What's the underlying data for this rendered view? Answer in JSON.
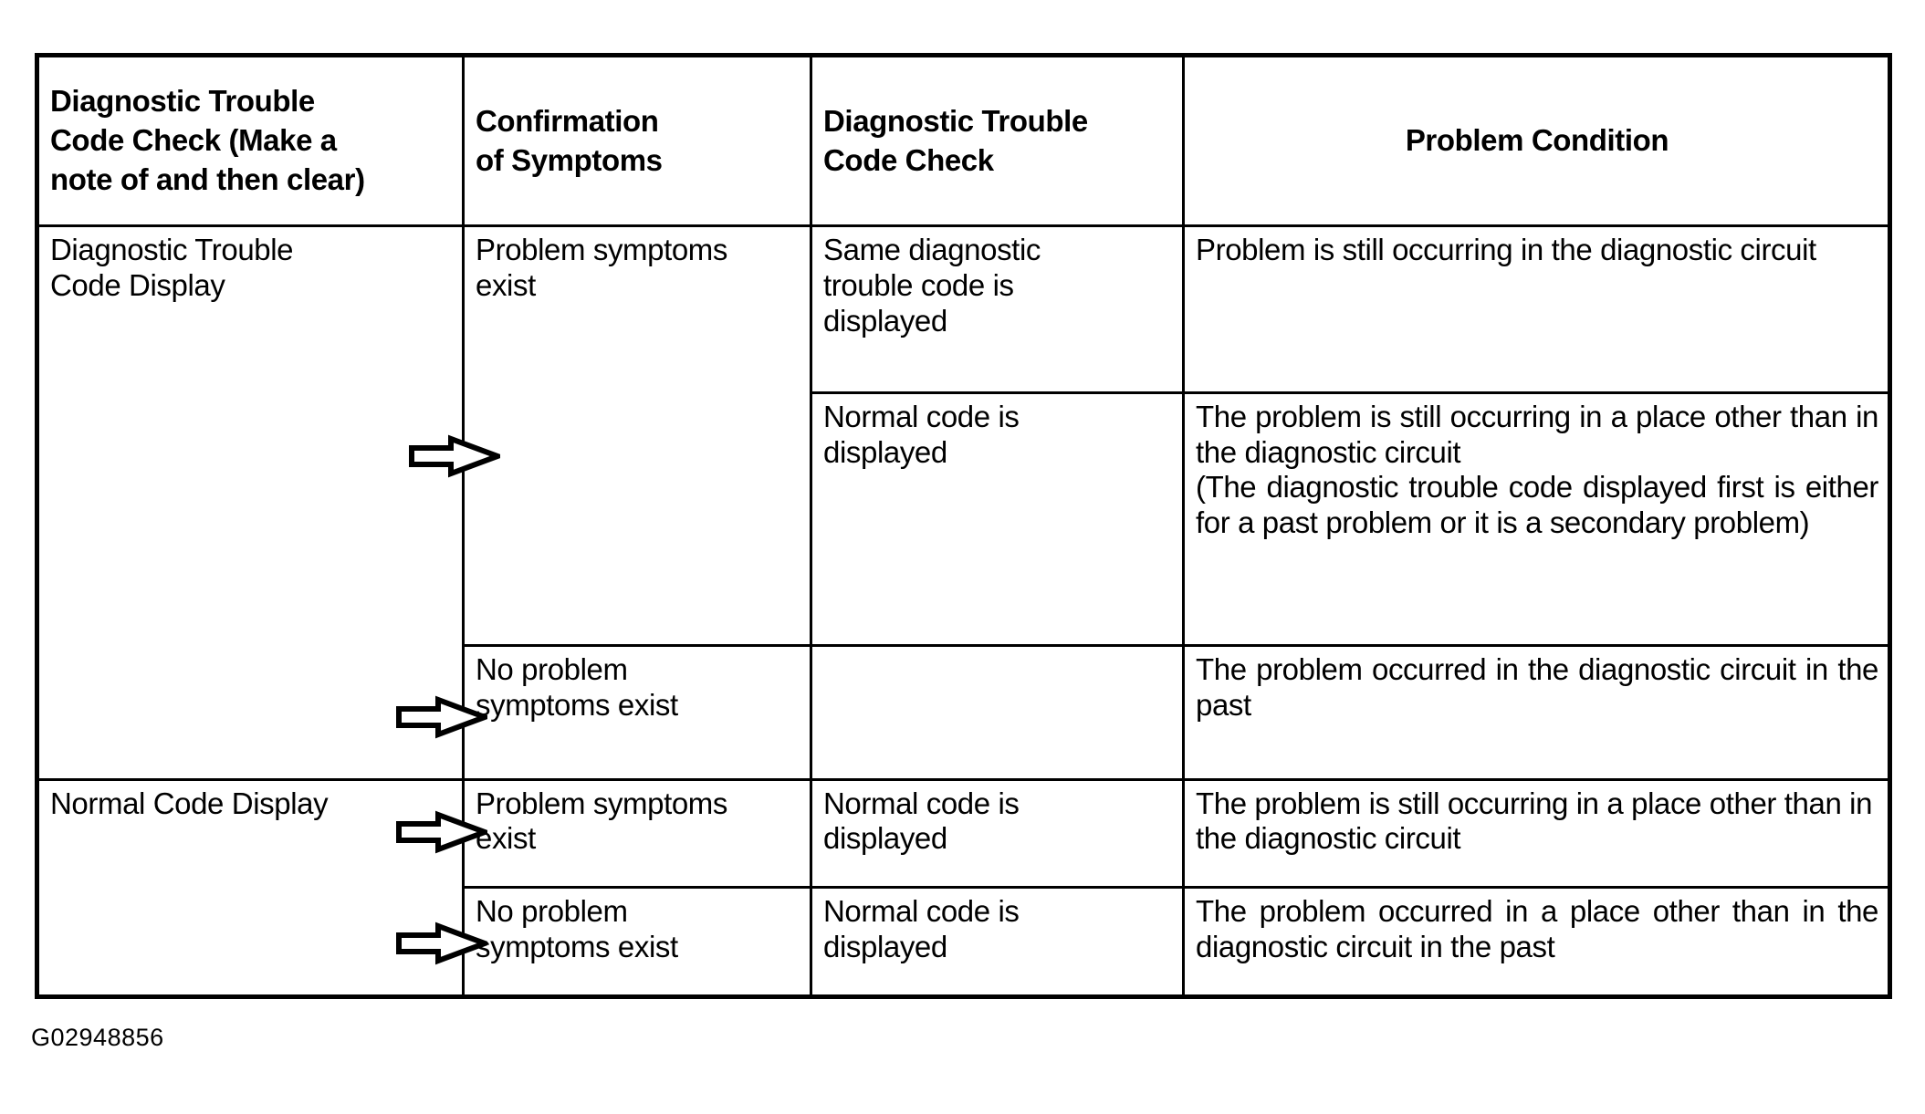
{
  "figure": {
    "caption_id": "G02948856"
  },
  "table": {
    "headers": [
      "Diagnostic Trouble\nCode Check (Make a\nnote of and then clear)",
      "Confirmation\nof Symptoms",
      "Diagnostic Trouble\nCode Check",
      "Problem Condition"
    ],
    "rows": [
      {
        "dtc_check_initial": "Diagnostic Trouble\nCode Display",
        "confirmation": "Problem symptoms\nexist",
        "dtc_check": "Same diagnostic\ntrouble code is\ndisplayed",
        "problem_condition": "Problem is still occurring in the diagnostic circuit"
      },
      {
        "dtc_check_initial": "",
        "confirmation": "",
        "dtc_check": "Normal code is\ndisplayed",
        "problem_condition": "The problem is still occurring in a place other than in the diagnostic circuit\n(The diagnostic trouble code displayed first is either for a past problem or it is a secondary problem)"
      },
      {
        "dtc_check_initial": "",
        "confirmation": "No problem\nsymptoms exist",
        "dtc_check": "",
        "problem_condition": "The problem occurred in the diagnostic circuit in the past"
      },
      {
        "dtc_check_initial": "Normal Code Display",
        "confirmation": "Problem symptoms\nexist",
        "dtc_check": "Normal code is\ndisplayed",
        "problem_condition": "The problem is still occurring in a place other than in the diagnostic circuit"
      },
      {
        "dtc_check_initial": "",
        "confirmation": "No problem\nsymptoms exist",
        "dtc_check": "Normal code is\ndisplayed",
        "problem_condition": "The problem occurred in a place other than in the diagnostic circuit in the past"
      }
    ]
  },
  "markers": {
    "arrow_icon": "right-arrow-outline-icon",
    "count": 4
  },
  "colors": {
    "ink": "#000000",
    "paper": "#ffffff"
  }
}
